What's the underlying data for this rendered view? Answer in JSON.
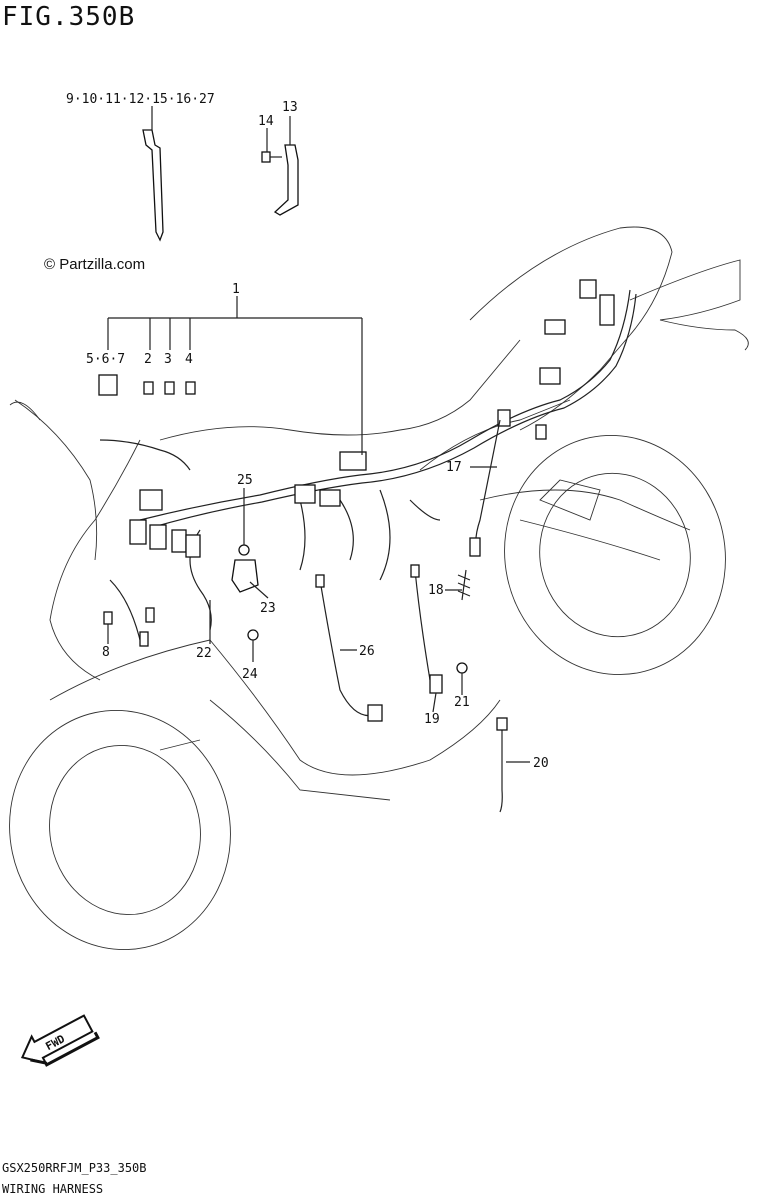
{
  "figure": {
    "title": "FIG.350B",
    "watermark": "© Partzilla.com",
    "code": "GSX250RRFJM_P33_350B",
    "caption": "WIRING HARNESS",
    "fwd_label": "FWD"
  },
  "callouts": {
    "c1": "1",
    "c2": "2",
    "c3": "3",
    "c4": "4",
    "c567": "5·6·7",
    "c8": "8",
    "c9_27": "9·10·11·12·15·16·27",
    "c13": "13",
    "c14": "14",
    "c17": "17",
    "c18": "18",
    "c19": "19",
    "c20": "20",
    "c21": "21",
    "c22": "22",
    "c23": "23",
    "c24": "24",
    "c25": "25",
    "c26": "26"
  }
}
